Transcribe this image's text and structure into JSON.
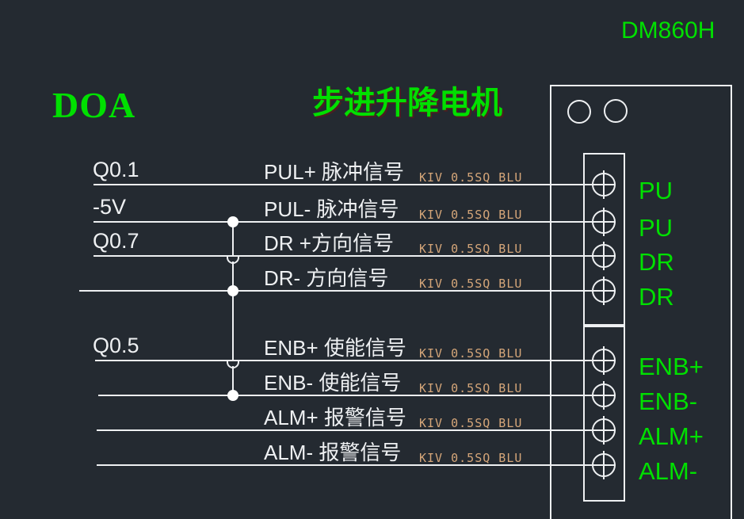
{
  "colors": {
    "background": "#242a31",
    "line_white": "#eef0f2",
    "cad_green": "#00e000",
    "wire_spec_tan": "#d5a679"
  },
  "header": {
    "driver_model": "DM860H",
    "device_label": "DOA",
    "title": "步进升降电机"
  },
  "connections": [
    {
      "plc_output": "Q0.1",
      "signal": "PUL+ 脉冲信号",
      "wire_spec": "KIV 0.5SQ BLU",
      "terminal": "PU"
    },
    {
      "plc_output": "-5V",
      "signal": "PUL- 脉冲信号",
      "wire_spec": "KIV 0.5SQ BLU",
      "terminal": "PU"
    },
    {
      "plc_output": "Q0.7",
      "signal": "DR +方向信号",
      "wire_spec": "KIV 0.5SQ BLU",
      "terminal": "DR"
    },
    {
      "plc_output": "",
      "signal": "DR- 方向信号",
      "wire_spec": "KIV 0.5SQ BLU",
      "terminal": "DR"
    },
    {
      "plc_output": "Q0.5",
      "signal": "ENB+ 使能信号",
      "wire_spec": "KIV 0.5SQ BLU",
      "terminal": "ENB+"
    },
    {
      "plc_output": "",
      "signal": "ENB- 使能信号",
      "wire_spec": "KIV 0.5SQ BLU",
      "terminal": "ENB-"
    },
    {
      "plc_output": "",
      "signal": "ALM+ 报警信号",
      "wire_spec": "KIV 0.5SQ BLU",
      "terminal": "ALM+"
    },
    {
      "plc_output": "",
      "signal": "ALM- 报警信号",
      "wire_spec": "KIV 0.5SQ BLU",
      "terminal": "ALM-"
    }
  ]
}
